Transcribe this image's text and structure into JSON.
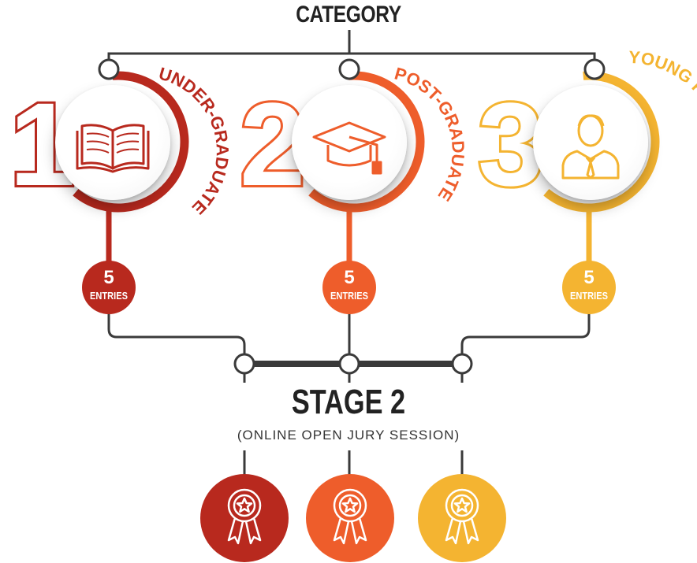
{
  "header": {
    "title": "CATEGORY"
  },
  "categories": [
    {
      "number": "1",
      "label": "UNDER-GRADUATE",
      "icon": "open-book-icon",
      "count": "5",
      "count_label": "ENTRIES",
      "color": "#B8291E"
    },
    {
      "number": "2",
      "label": "POST-GRADUATE",
      "icon": "graduation-cap-icon",
      "count": "5",
      "count_label": "ENTRIES",
      "color": "#EE5D2B"
    },
    {
      "number": "3",
      "label": "YOUNG PROFESSIONAL",
      "icon": "professional-person-icon",
      "count": "5",
      "count_label": "ENTRIES",
      "color": "#F4B431"
    }
  ],
  "stage": {
    "title": "STAGE 2",
    "subtitle": "(ONLINE OPEN JURY SESSION)"
  },
  "awards": [
    {
      "icon": "award-ribbon-icon",
      "color": "#B8291E"
    },
    {
      "icon": "award-ribbon-icon",
      "color": "#EE5D2B"
    },
    {
      "icon": "award-ribbon-icon",
      "color": "#F4B431"
    }
  ],
  "palette": {
    "line": "#3a3a3a",
    "node_fill": "#ffffff"
  }
}
